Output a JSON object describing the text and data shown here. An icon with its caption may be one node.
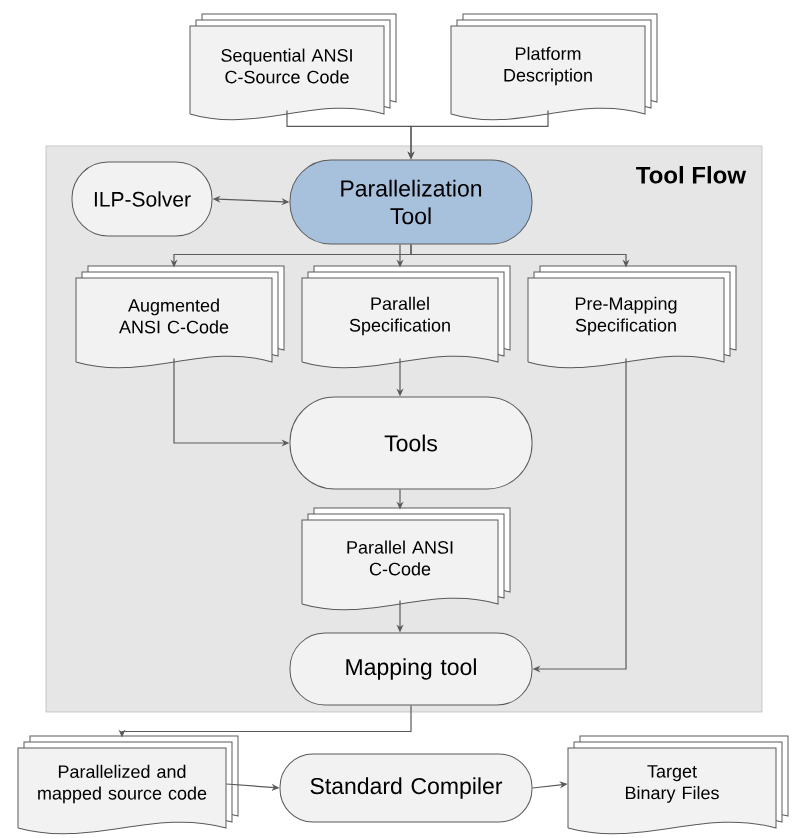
{
  "diagram": {
    "nodes": [
      {
        "text": [
          "Sequential ANSI C-Source Code"
        ]
      },
      {
        "text": [
          "Platform Description"
        ]
      },
      {
        "text": [
          "Tool Flow"
        ]
      },
      {
        "text": [
          "ILP-Solver"
        ],
        "in": 2
      },
      {
        "text": [
          "Parallelization Tool"
        ],
        "in": 2
      },
      {
        "text": [
          "Augmented ANSI C-Code"
        ],
        "in": 2
      },
      {
        "text": [
          "Parallel Specification"
        ],
        "in": 2
      },
      {
        "text": [
          "Pre-Mapping Specification"
        ],
        "in": 2
      },
      {
        "text": [
          "Tools"
        ],
        "in": 2
      },
      {
        "text": [
          "Parallel ANSI C-Code"
        ],
        "in": 2
      },
      {
        "text": [
          "Mapping tool"
        ],
        "in": 2
      },
      {
        "text": [
          "Parallelized and mapped source code"
        ]
      },
      {
        "text": [
          "Standard Compiler"
        ]
      },
      {
        "text": [
          "Target Binary Files"
        ]
      }
    ],
    "edges": [
      {
        "from": 0,
        "to": 4,
        "arrow": "to"
      },
      {
        "from": 1,
        "to": 4,
        "arrow": "to"
      },
      {
        "from": 3,
        "to": 4,
        "arrow": "both"
      },
      {
        "from": 4,
        "to": 5,
        "arrow": "to"
      },
      {
        "from": 4,
        "to": 6,
        "arrow": "to"
      },
      {
        "from": 4,
        "to": 7,
        "arrow": "to"
      },
      {
        "from": 5,
        "to": 8,
        "arrow": "to"
      },
      {
        "from": 6,
        "to": 8,
        "arrow": "to"
      },
      {
        "from": 8,
        "to": 9,
        "arrow": "to"
      },
      {
        "from": 9,
        "to": 10,
        "arrow": "to"
      },
      {
        "from": 7,
        "to": 10,
        "arrow": "to"
      },
      {
        "from": 10,
        "to": 11,
        "arrow": "to"
      },
      {
        "from": 11,
        "to": 12,
        "arrow": "to"
      },
      {
        "from": 12,
        "to": 13,
        "arrow": "to"
      }
    ]
  }
}
